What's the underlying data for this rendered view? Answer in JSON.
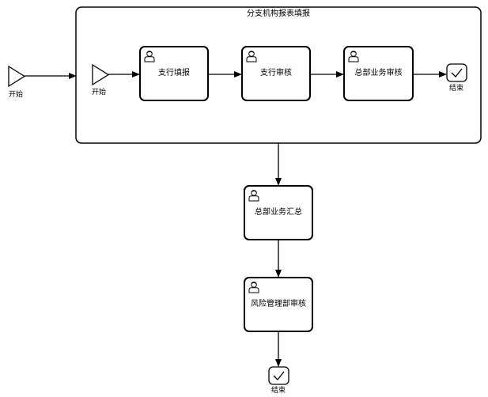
{
  "diagram": {
    "subprocess": {
      "title": "分支机构报表填报"
    },
    "outer_start": {
      "label": "开始"
    },
    "inner_start": {
      "label": "开始"
    },
    "tasks": [
      {
        "label": "支行填报",
        "icon": "user-icon"
      },
      {
        "label": "支行审核",
        "icon": "user-icon"
      },
      {
        "label": "总部业务审核",
        "icon": "user-icon"
      },
      {
        "label": "总部业务汇总",
        "icon": "user-icon"
      },
      {
        "label": "风险管理部审核",
        "icon": "user-icon"
      }
    ],
    "inner_end": {
      "label": "结束",
      "icon": "check-icon"
    },
    "final_end": {
      "label": "结束",
      "icon": "check-icon"
    }
  }
}
